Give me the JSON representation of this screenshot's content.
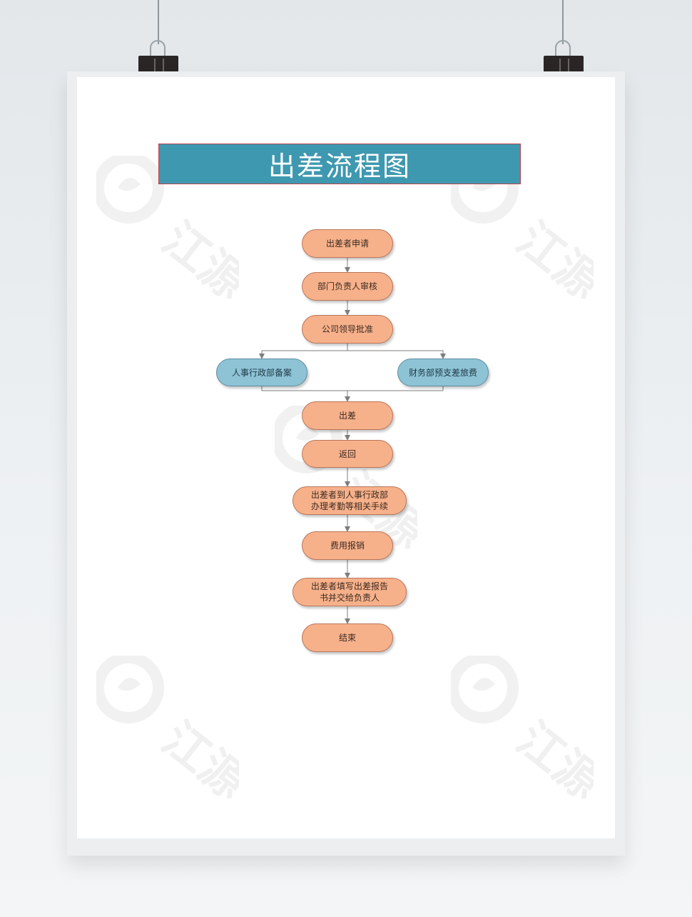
{
  "poster": {
    "title": "出差流程图",
    "watermark_text": "江源"
  },
  "flow": {
    "nodes": {
      "apply": "出差者申请",
      "dept_review": "部门负责人审核",
      "company_approve": "公司领导批准",
      "hr_record": "人事行政部备案",
      "finance_advance": "财务部预支差旅费",
      "travel": "出差",
      "return": "返回",
      "attendance": "出差者到人事行政部\n办理考勤等相关手续",
      "reimburse": "费用报销",
      "report": "出差者填写出差报告\n书并交给负责人",
      "end": "结束"
    }
  },
  "colors": {
    "title_bg": "#3e98b0",
    "node_orange": "#f7b18a",
    "node_blue": "#8ec3d6",
    "connector": "#7d7d7d"
  }
}
